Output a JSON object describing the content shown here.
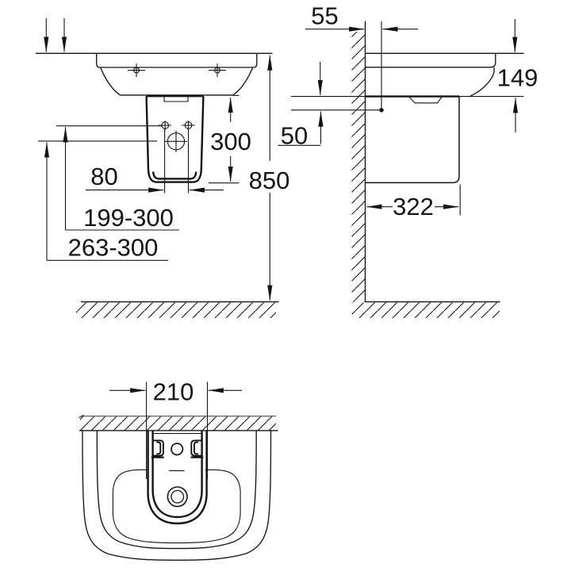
{
  "drawing": {
    "kind": "technical dimension drawing",
    "subject": "wall-hung washbasin with half pedestal: front view, side view and bottom view"
  },
  "colors": {
    "line": "#141414",
    "background": "#ffffff"
  },
  "labels": {
    "front": {
      "pedestal_height": "300",
      "overall_height": "850",
      "hole_spacing": "80",
      "range_upper": "199-300",
      "range_lower": "263-300"
    },
    "side": {
      "wall_offset": "55",
      "rim_to_bottom": "149",
      "outlet_offset": "50",
      "depth": "322"
    },
    "bottom": {
      "pedestal_width": "210"
    }
  }
}
